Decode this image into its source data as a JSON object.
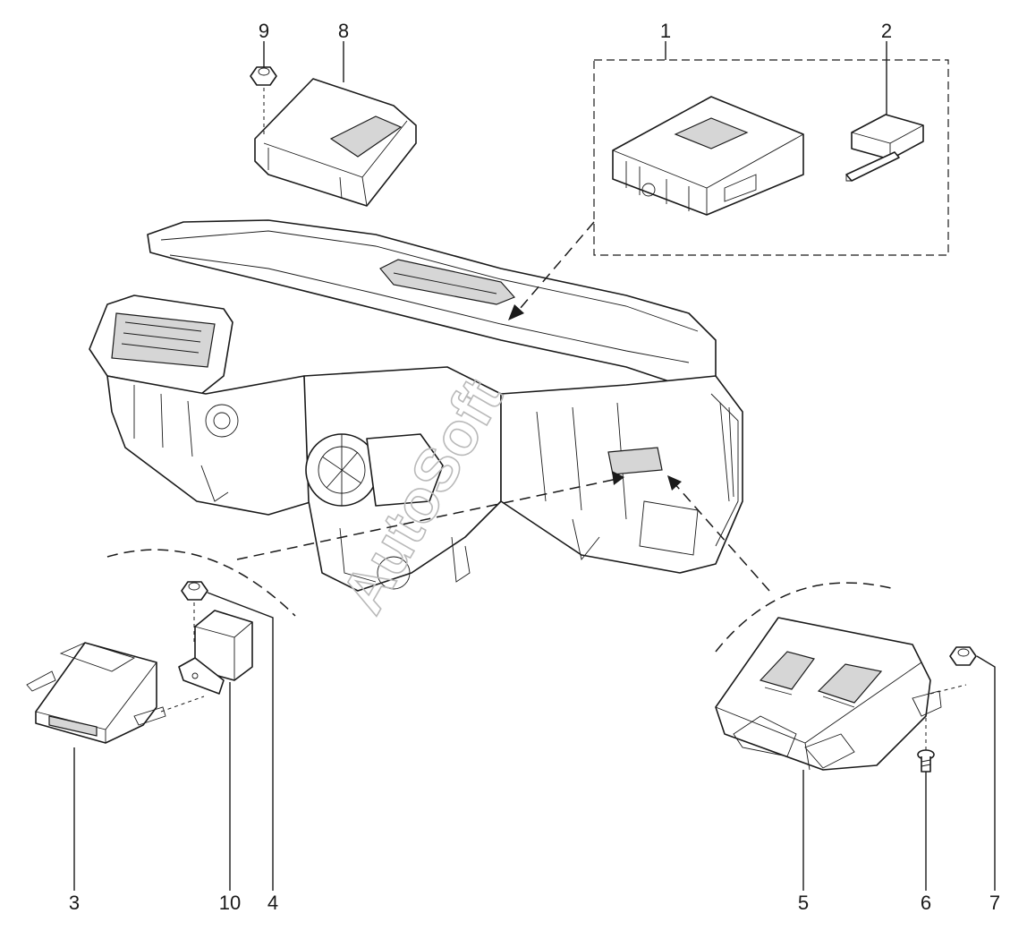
{
  "watermark": "AutoSoft",
  "callouts": {
    "c1": "1",
    "c2": "2",
    "c3": "3",
    "c4": "4",
    "c5": "5",
    "c6": "6",
    "c7": "7",
    "c8": "8",
    "c9": "9",
    "c10": "10"
  }
}
